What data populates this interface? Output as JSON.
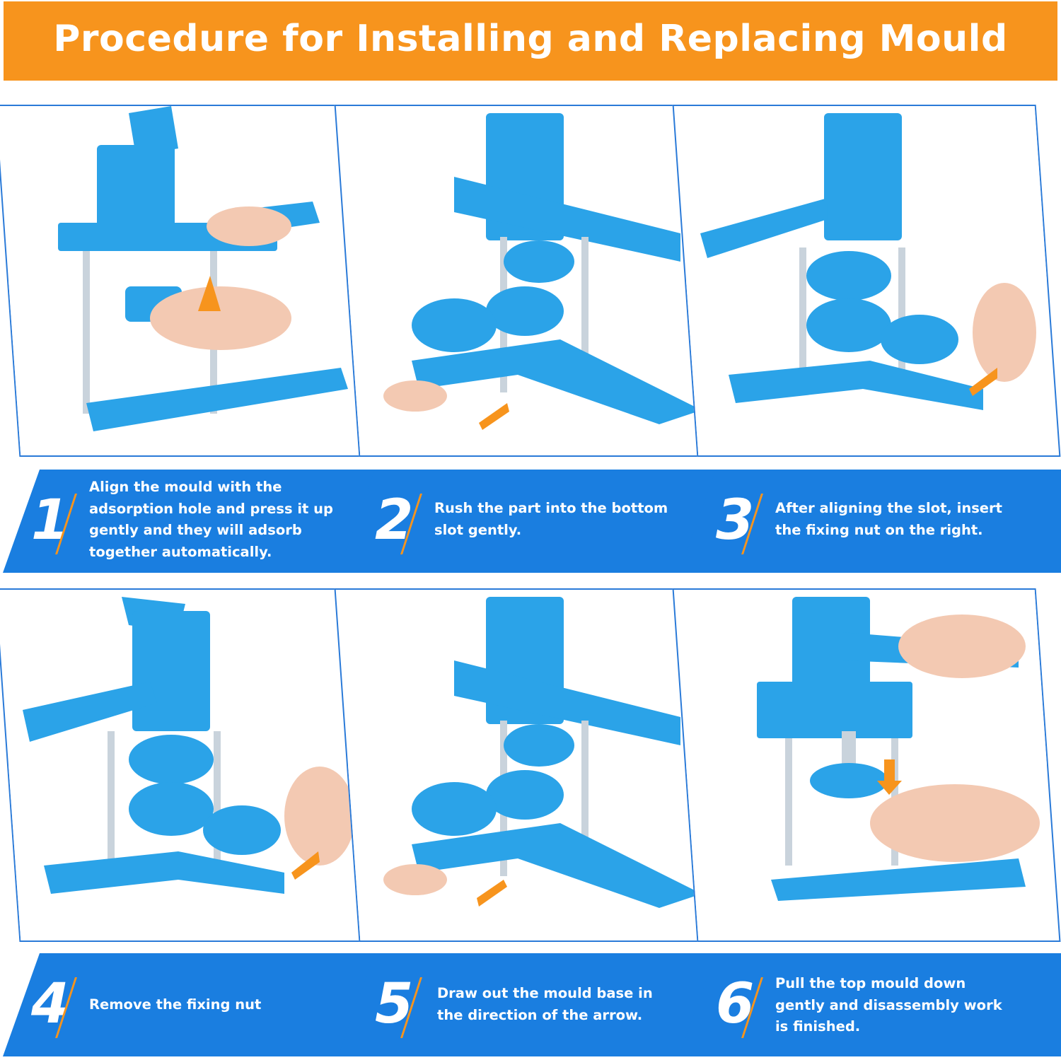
{
  "header": {
    "title": "Procedure for Installing and Replacing Mould"
  },
  "colors": {
    "accent_orange": "#f7941d",
    "caption_blue": "#1a7ee0",
    "machine_blue": "#2ba3e8"
  },
  "steps": [
    {
      "number": "1",
      "text": "Align the mould with the adsorption hole and press it up gently and they will adsorb together automatically.",
      "lines": [
        "Align the mould with the",
        "adsorption hole and press it up",
        "gently and they will adsorb",
        "together automatically."
      ]
    },
    {
      "number": "2",
      "text": "Rush the part into the bottom slot gently.",
      "lines": [
        "Rush the part into the bottom",
        "slot gently."
      ]
    },
    {
      "number": "3",
      "text": "After aligning the slot, insert the fixing nut on the right.",
      "lines": [
        "After aligning the slot, insert",
        "the fixing nut on the right."
      ]
    },
    {
      "number": "4",
      "text": "Remove the fixing nut",
      "lines": [
        "Remove the fixing nut"
      ]
    },
    {
      "number": "5",
      "text": "Draw out the mould base in the direction of the arrow.",
      "lines": [
        "Draw out the mould base in",
        "the direction of the arrow."
      ]
    },
    {
      "number": "6",
      "text": "Pull the top mould down gently and disassembly work is finished.",
      "lines": [
        "Pull the top mould down",
        "gently and disassembly work",
        "is finished."
      ]
    }
  ]
}
